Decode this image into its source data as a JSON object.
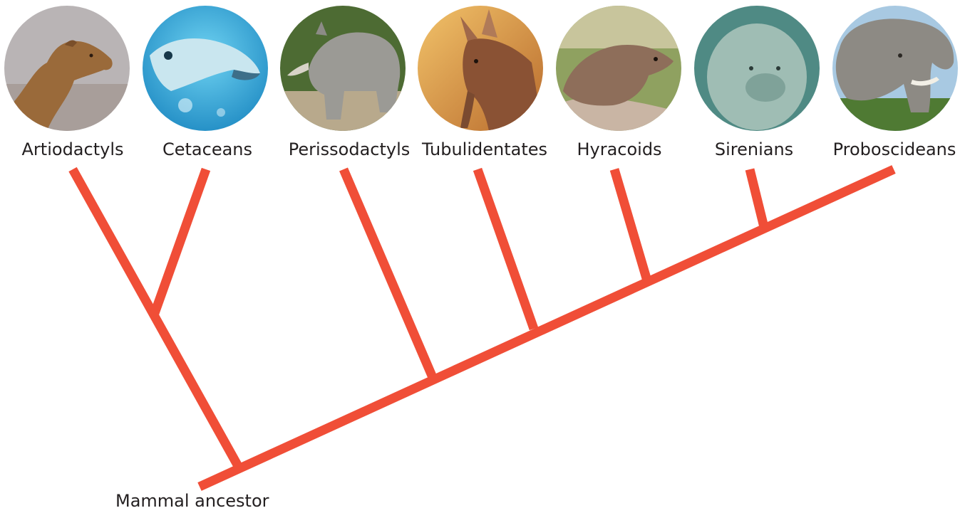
{
  "diagram": {
    "type": "cladogram",
    "branch_color": "#f04e37",
    "root_label": "Mammal ancestor",
    "taxa": [
      {
        "label": "Artiodactyls",
        "photo": "camel-photo"
      },
      {
        "label": "Cetaceans",
        "photo": "dolphin-photo"
      },
      {
        "label": "Perissodactyls",
        "photo": "rhinoceros-photo"
      },
      {
        "label": "Tubulidentates",
        "photo": "aardvark-photo"
      },
      {
        "label": "Hyracoids",
        "photo": "hyrax-photo"
      },
      {
        "label": "Sirenians",
        "photo": "manatee-photo"
      },
      {
        "label": "Proboscideans",
        "photo": "elephant-photo"
      }
    ]
  }
}
